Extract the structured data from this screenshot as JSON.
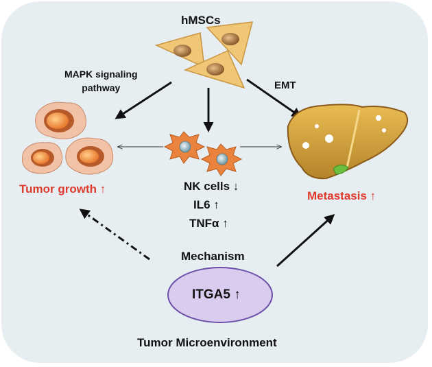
{
  "diagram": {
    "top_label": "hMSCs",
    "left_arrow_label": [
      "MAPK signaling",
      "pathway"
    ],
    "right_arrow_label": "EMT",
    "outcome_left": "Tumor growth ↑",
    "outcome_right": "Metastasis ↑",
    "effects": [
      "NK cells ↓",
      "IL6 ↑",
      "TNFα ↑"
    ],
    "mechanism_label": "Mechanism",
    "ellipse_label": "ITGA5 ↑",
    "footer": "Tumor Microenvironment",
    "colors": {
      "background": "#e6eef1",
      "accent_red": "#e03a2c",
      "ellipse_fill": "#d9ccef",
      "ellipse_stroke": "#6b4fa8",
      "msc_fill": "#f0c777",
      "nk_fill": "#e9833d",
      "liver_fill": "#d8a63a"
    }
  }
}
